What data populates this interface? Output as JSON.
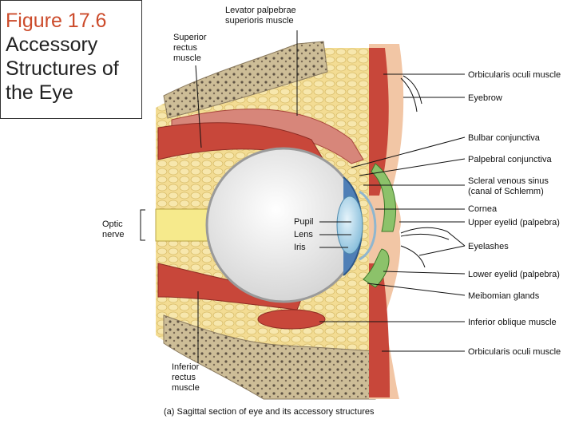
{
  "title": {
    "line1": "Figure 17.6",
    "line2": "Accessory",
    "line3": "Structures of",
    "line4": "the Eye"
  },
  "labels": {
    "levator_1": "Levator palpebrae",
    "levator_2": "superioris muscle",
    "superior_rectus_1": "Superior",
    "superior_rectus_2": "rectus",
    "superior_rectus_3": "muscle",
    "orbicularis_top": "Orbicularis oculi muscle",
    "eyebrow": "Eyebrow",
    "bulbar_conjunctiva": "Bulbar conjunctiva",
    "palpebral_conjunctiva": "Palpebral conjunctiva",
    "scleral_sinus_1": "Scleral venous sinus",
    "scleral_sinus_2": "(canal of Schlemm)",
    "cornea": "Cornea",
    "upper_eyelid": "Upper eyelid (palpebra)",
    "eyelashes": "Eyelashes",
    "lower_eyelid": "Lower eyelid (palpebra)",
    "meibomian": "Meibomian glands",
    "inferior_oblique": "Inferior oblique muscle",
    "orbicularis_bottom": "Orbicularis oculi muscle",
    "optic_1": "Optic",
    "optic_2": "nerve",
    "pupil": "Pupil",
    "lens": "Lens",
    "iris": "Iris",
    "inferior_rectus_1": "Inferior",
    "inferior_rectus_2": "rectus",
    "inferior_rectus_3": "muscle"
  },
  "caption": "(a) Sagittal section of eye and its accessory structures",
  "colors": {
    "title_accent": "#cc4b2b",
    "muscle": "#c8473a",
    "fat": "#f3dc93",
    "bone": "#c9b88f",
    "globe": "#e9e9e9",
    "lens": "#a9d4ea",
    "skin": "#f2c6a5"
  }
}
